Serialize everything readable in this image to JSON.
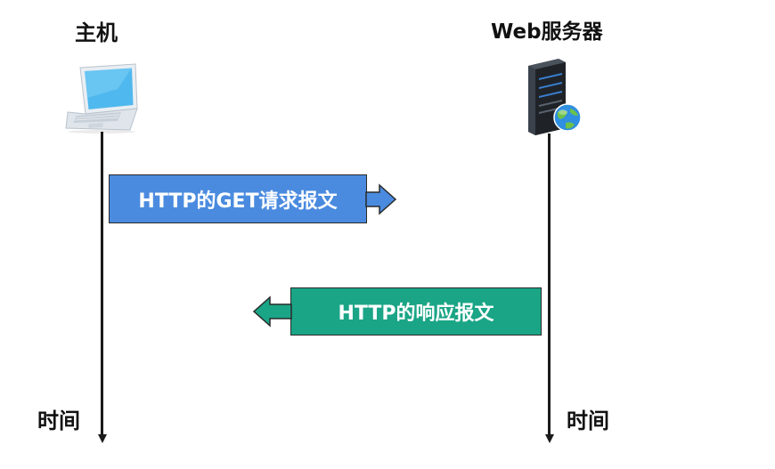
{
  "host": {
    "label": "主机",
    "icon": "laptop-icon",
    "time_label": "时间"
  },
  "server": {
    "label": "Web服务器",
    "icon": "server-icon",
    "time_label": "时间"
  },
  "messages": {
    "request": {
      "label": "HTTP的GET请求报文",
      "direction": "host-to-server",
      "color": "#4a8bdf"
    },
    "response": {
      "label": "HTTP的响应报文",
      "direction": "server-to-host",
      "color": "#1aa586"
    }
  }
}
